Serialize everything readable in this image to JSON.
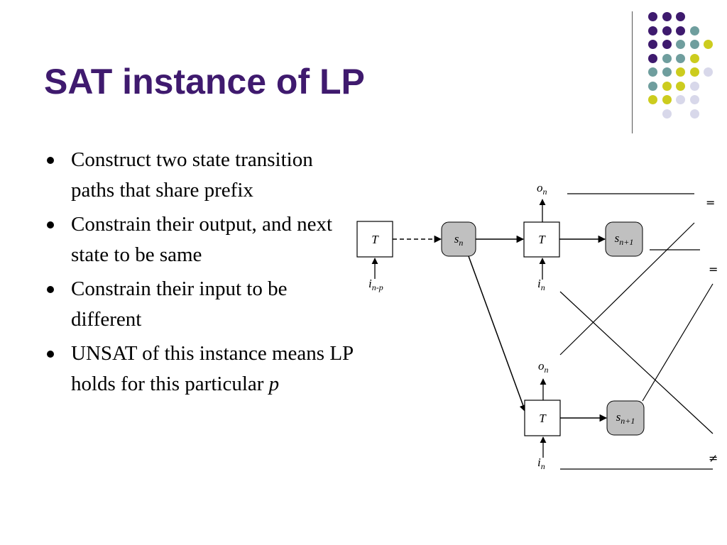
{
  "slide": {
    "title": "SAT instance of LP",
    "title_color": "#3f1a6e",
    "bullets": [
      {
        "text": "Construct two state transition paths that share prefix",
        "tail_italic": ""
      },
      {
        "text": "Constrain their output, and next state to be same",
        "tail_italic": ""
      },
      {
        "text": "Constrain their input to be different",
        "tail_italic": ""
      },
      {
        "text": "UNSAT of this instance means LP holds for this particular ",
        "tail_italic": "p"
      }
    ]
  },
  "decoration": {
    "colors": {
      "purple": "#3e1a6e",
      "teal": "#6f9e9e",
      "yellow": "#cccc1e",
      "lavender": "#d8d8ea"
    },
    "dot_grid": [
      [
        "purple",
        "purple",
        "purple",
        "",
        "",
        ""
      ],
      [
        "purple",
        "purple",
        "purple",
        "teal",
        "",
        ""
      ],
      [
        "purple",
        "purple",
        "teal",
        "teal",
        "yellow",
        ""
      ],
      [
        "purple",
        "teal",
        "teal",
        "yellow",
        "",
        ""
      ],
      [
        "teal",
        "teal",
        "yellow",
        "yellow",
        "lavender",
        ""
      ],
      [
        "teal",
        "yellow",
        "yellow",
        "lavender",
        "",
        ""
      ],
      [
        "yellow",
        "yellow",
        "lavender",
        "lavender",
        "",
        ""
      ],
      [
        "",
        "lavender",
        "",
        "lavender",
        "",
        ""
      ]
    ]
  },
  "diagram": {
    "box_T1": {
      "label": "T"
    },
    "state_sn": {
      "main": "s",
      "sub": "n"
    },
    "box_T2": {
      "label": "T"
    },
    "state_sn1_top": {
      "main": "s",
      "sub": "n+1"
    },
    "box_T3": {
      "label": "T"
    },
    "state_sn1_bottom": {
      "main": "s",
      "sub": "n+1"
    },
    "input_inp": {
      "main": "i",
      "sub": "n-p"
    },
    "input_in_top": {
      "main": "i",
      "sub": "n"
    },
    "input_in_bottom": {
      "main": "i",
      "sub": "n"
    },
    "output_on_top": {
      "main": "o",
      "sub": "n"
    },
    "output_on_bottom": {
      "main": "o",
      "sub": "n"
    },
    "eq_output": "=",
    "eq_state": "=",
    "neq_input": "≠"
  }
}
